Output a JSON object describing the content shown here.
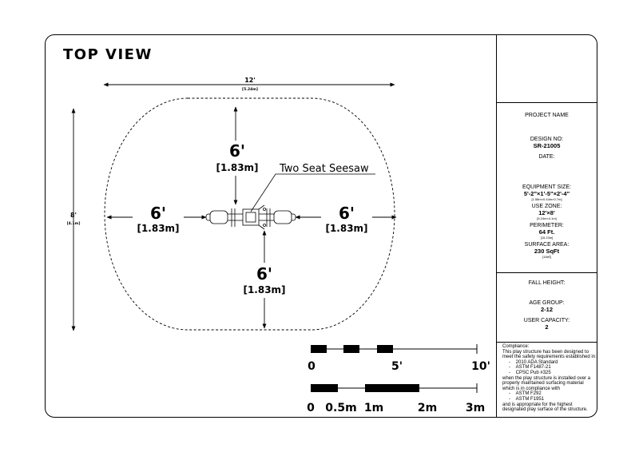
{
  "title": "TOP VIEW",
  "dimensions": {
    "width": {
      "ft": "12'",
      "m": "[5.24m]"
    },
    "height": {
      "ft": "8'",
      "m": "[4.1m]"
    },
    "top": {
      "ft": "6'",
      "m": "[1.83m]"
    },
    "left": {
      "ft": "6'",
      "m": "[1.83m]"
    },
    "right": {
      "ft": "6'",
      "m": "[1.83m]"
    },
    "bottom": {
      "ft": "6'",
      "m": "[1.83m]"
    }
  },
  "callout": "Two Seat Seesaw",
  "scale_ft": {
    "labels": [
      "0",
      "5'",
      "10'"
    ]
  },
  "scale_m": {
    "labels": [
      "0",
      "0.5m",
      "1m",
      "2m",
      "3m"
    ]
  },
  "info": {
    "project_name": "PROJECT NAME",
    "design_no_label": "DESIGN NO:",
    "design_no": "SR-21005",
    "date_label": "DATE:",
    "equipment_size_label": "EQUIPMENT SIZE:",
    "equipment_size": "5'-2\"×1'-5\"×2'-4\"",
    "equipment_size_m": "[1.58m×0.44m×0.7m]",
    "use_zone_label": "USE ZONE:",
    "use_zone": "12'×8'",
    "use_zone_m": "[5.24m×4.1m]",
    "perimeter_label": "PERIMETER:",
    "perimeter": "64 Ft.",
    "perimeter_m": "[15.23m]",
    "surface_area_label": "SURFACE AREA:",
    "surface_area": "230 SqFt",
    "surface_area_m": "[18㎡]",
    "fall_height_label": "FALL HEIGHT:",
    "age_group_label": "AGE GROUP:",
    "age_group": "2-12",
    "user_capacity_label": "USER CAPACITY:",
    "user_capacity": "2"
  },
  "compliance": {
    "heading": "Compliance:",
    "intro": "This play structure has been designed to meet the safety requirements established in:",
    "standards": [
      "2010 ADA Standard",
      "ASTM F1487-21",
      "CPSC Pub #325"
    ],
    "middle": "when the play structure is installed over a properly maintained surfacing material which is in compliance with",
    "surfacing": [
      "ASTM F292",
      "ASTM F1951"
    ],
    "outro": "and is appropriate for the highest designated play surface of the structure."
  }
}
